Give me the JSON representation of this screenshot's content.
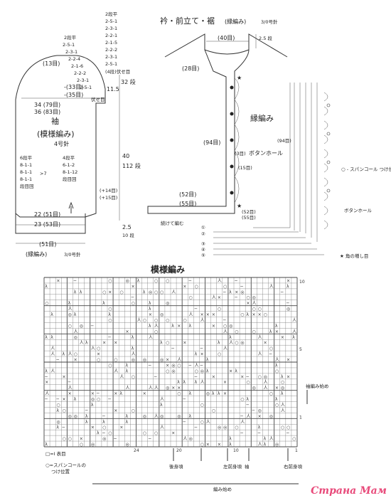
{
  "sleeve": {
    "title": "袖",
    "pattern": "(模様編み)",
    "needle": "4号針",
    "rows_bust": [
      "2段平",
      "2-5-1",
      "2-3-1",
      "2-2-4",
      "2-1-6",
      "2-2-2",
      "2-3-1",
      "2-5-1"
    ],
    "rows_right": [
      "2段平",
      "2-5-1",
      "2-3-1",
      "2-2-1",
      "2-1-5",
      "2-2-2",
      "2-3-1",
      "2-5-1"
    ],
    "cap_count": "(13目)",
    "cap_rows_note": "(4段)伏せ目",
    "cap_height": "11.5",
    "mid_1": "-(33目)",
    "mid_2": "-(35目)",
    "side_label": "伏せ目",
    "width1": "34 (79目)",
    "width2": "36 (83目)",
    "left_inc": [
      "6段平",
      "8-1-1",
      "8-1-1",
      "8-1-1"
    ],
    "left_inc_note": ">7",
    "right_inc": [
      "4段平",
      "6-1-2",
      "8-1-12",
      "段目回"
    ],
    "left_inc_foot": "段目回",
    "length_rows": "32 段",
    "sleeve_length": "40",
    "length2": "112 段",
    "plus_14": "(+14目)",
    "plus_15": "(+15目)",
    "cuff1": "22 (51目)",
    "cuff2": "23 (53目)",
    "cuff_count": "(51目)",
    "cuff_rows": "2.5",
    "cuff_rows2": "10 段",
    "cuff_label": "(縁編み)",
    "cuff_needle": "3/0号針"
  },
  "collar": {
    "title": "衿・前立て・裾",
    "subtitle": "(縁編み)",
    "needle": "3/0号針",
    "top_count": "(40目)",
    "top_rows": "2.5 段",
    "neck_count": "(28目)",
    "front_count": "(94目)",
    "bottom_1": "(52目)",
    "bottom_2": "(55目)",
    "hem_note": "続けて編む",
    "button_note_1": "(3目)",
    "button_label": "ボタンホール",
    "button_count": "(15目)",
    "edge_label": "縁編み",
    "detail_front": "(94目)",
    "detail_bottom_1": "(52目)",
    "detail_bottom_2": "(55目)",
    "sequin_note": "○ - スパンコール つけ位置",
    "button_hole": "ボタンホール",
    "corner_note": "★ 角の増し目",
    "row_marks": [
      "①",
      "②",
      "③",
      "④",
      "⑤"
    ]
  },
  "chart": {
    "title": "模様編み",
    "right_nums": [
      "10",
      "",
      "",
      "",
      "5",
      "",
      "",
      "",
      "1"
    ],
    "sleeve_start": "袖編み始め",
    "bottom_nums": [
      "1",
      "10",
      "20",
      "24"
    ],
    "col_labels": [
      "後身頃",
      "左前身頃",
      "袖",
      "右前身頃"
    ],
    "begin_label": "編み始め",
    "legend_1": "□=Ⅰ 表目",
    "legend_2a": "○=スパンコールの",
    "legend_2b": "つけ位置"
  },
  "watermark": "Страна Мам"
}
